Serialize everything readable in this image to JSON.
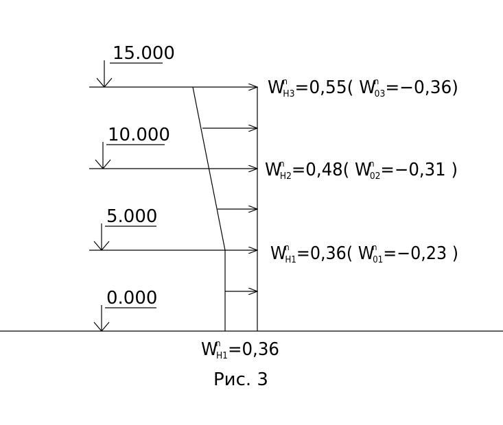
{
  "levels": [
    "15.000",
    "10.000",
    "5.000",
    "0.000"
  ],
  "loads": [
    {
      "base": "W",
      "sup": "n",
      "sub": "H3",
      "value": "=0,55",
      "paren_open": "( ",
      "base2": "W",
      "sup2": "n",
      "sub2": "03",
      "value2": "=−0,36)"
    },
    {
      "base": "W",
      "sup": "n",
      "sub": "H2",
      "value": "=0,48",
      "paren_open": "( ",
      "base2": "W",
      "sup2": "n",
      "sub2": "02",
      "value2": "=−0,31 )"
    },
    {
      "base": "W",
      "sup": "n",
      "sub": "H1",
      "value": "=0,36",
      "paren_open": "( ",
      "base2": "W",
      "sup2": "n",
      "sub2": "01",
      "value2": "=−0,23 )"
    }
  ],
  "ground_load": {
    "base": "W",
    "sup": "n",
    "sub": "H1",
    "value": "=0,36"
  },
  "caption": "Рис. 3"
}
